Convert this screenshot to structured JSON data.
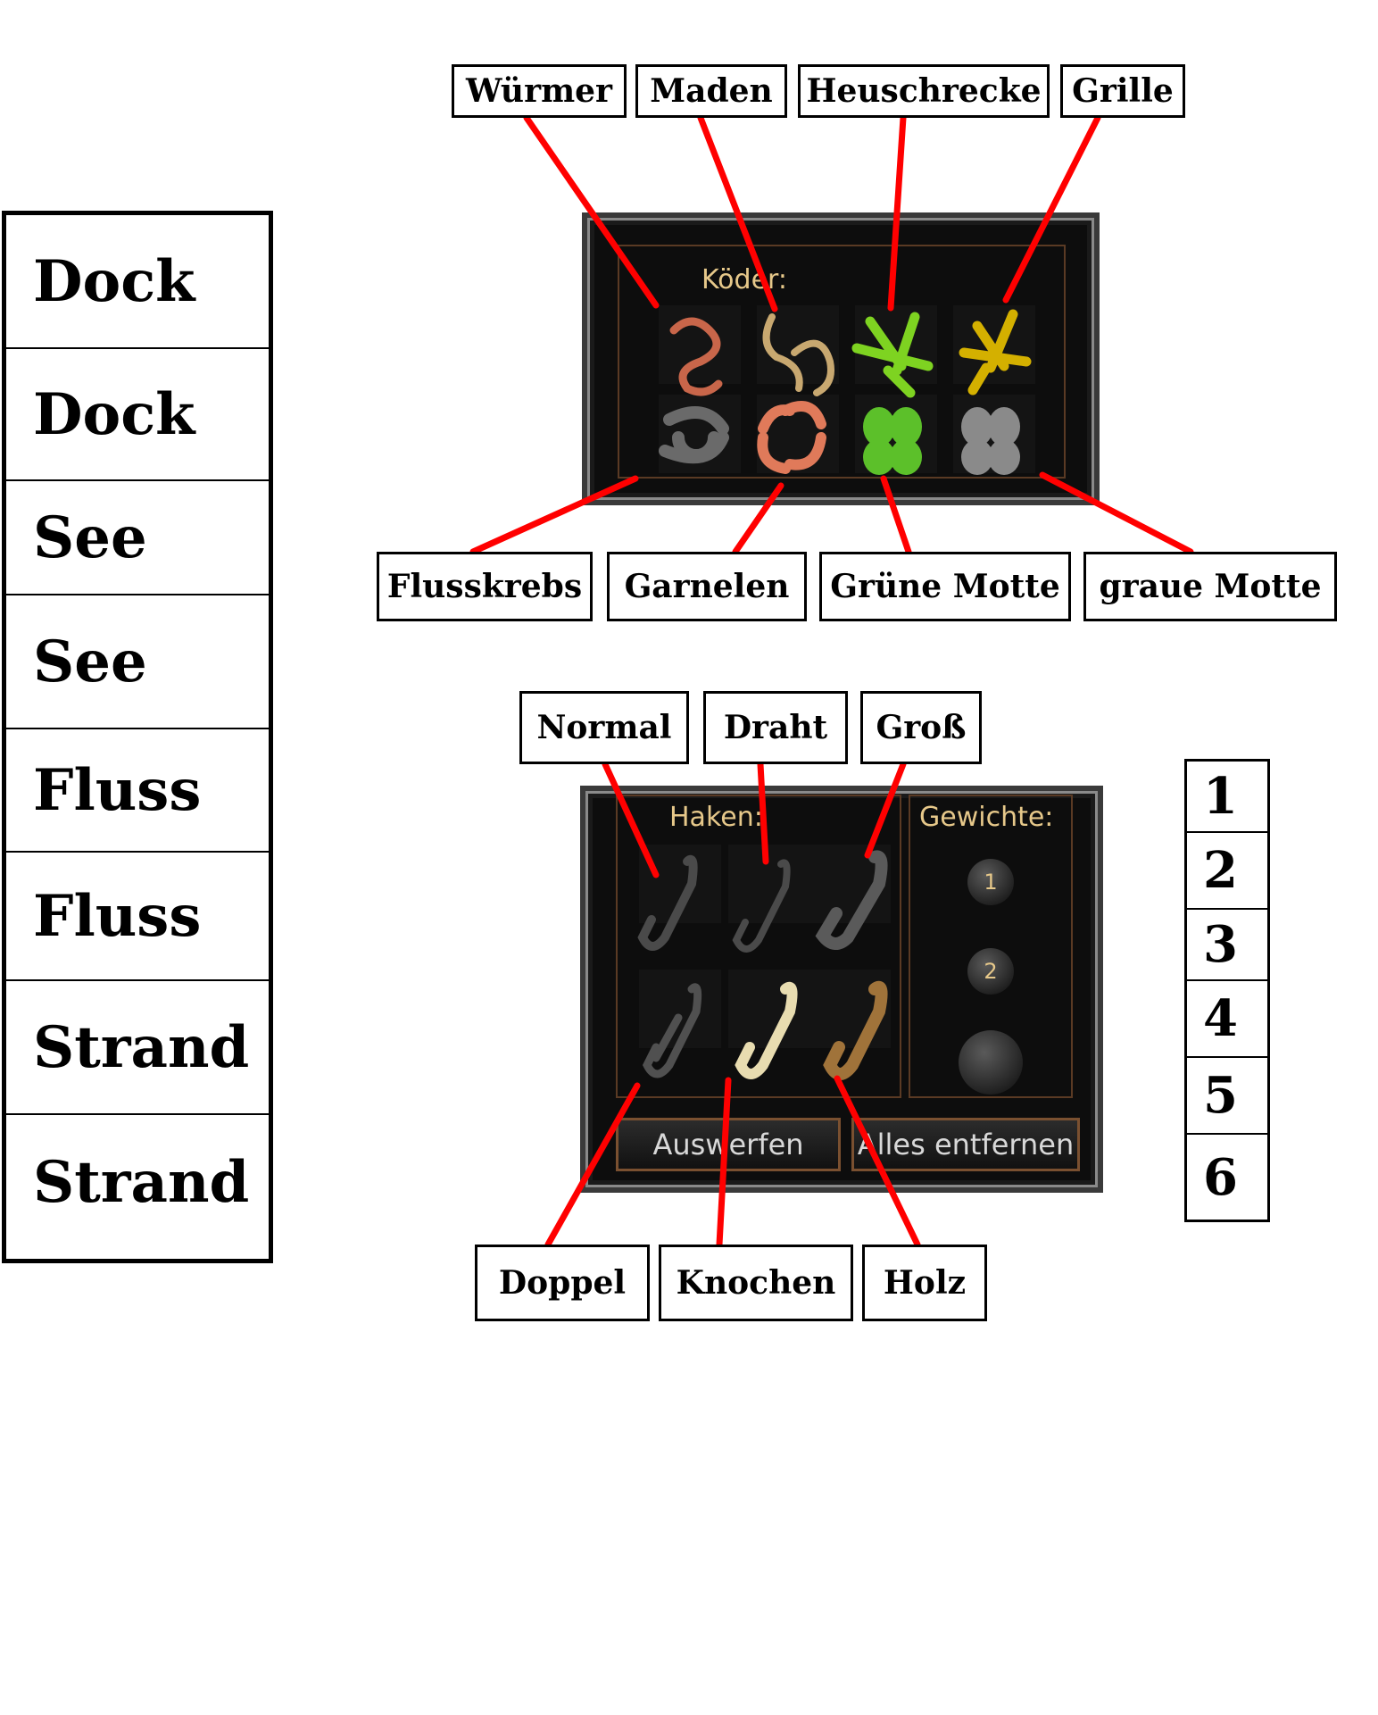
{
  "locations": [
    "Dock",
    "Dock",
    "See",
    "See",
    "Fluss",
    "Fluss",
    "Strand",
    "Strand"
  ],
  "numbers": [
    "1",
    "2",
    "3",
    "4",
    "5",
    "6"
  ],
  "bait_panel": {
    "header": "Köder:",
    "labels": [
      "Würmer",
      "Maden",
      "Heuschrecke",
      "Grille",
      "Flusskrebs",
      "Garnelen",
      "Grüne Motte",
      "graue Motte"
    ],
    "icons": [
      "worm-icon",
      "maggot-icon",
      "locust-icon",
      "cricket-icon",
      "crayfish-icon",
      "shrimp-icon",
      "green-moth-icon",
      "grey-moth-icon"
    ],
    "icon_colors": [
      "#c8664a",
      "#c8a870",
      "#7ed321",
      "#d4b000",
      "#6a6a6a",
      "#e07a5a",
      "#5cc02a",
      "#8a8a8a"
    ]
  },
  "hook_panel": {
    "header_hooks": "Haken:",
    "header_weights": "Gewichte:",
    "labels": [
      "Normal",
      "Draht",
      "Groß",
      "Doppel",
      "Knochen",
      "Holz"
    ],
    "icons": [
      "normal-hook-icon",
      "wire-hook-icon",
      "big-hook-icon",
      "double-hook-icon",
      "bone-hook-icon",
      "wood-hook-icon"
    ],
    "icon_colors": [
      "#4a4a4a",
      "#4a4a4a",
      "#5a5a5a",
      "#505050",
      "#e8dcb0",
      "#a0733a"
    ],
    "weights": [
      "1",
      "2"
    ],
    "cast_button": "Auswerfen",
    "remove_button": "Alles entfernen"
  },
  "accent_color": "#ff0000"
}
